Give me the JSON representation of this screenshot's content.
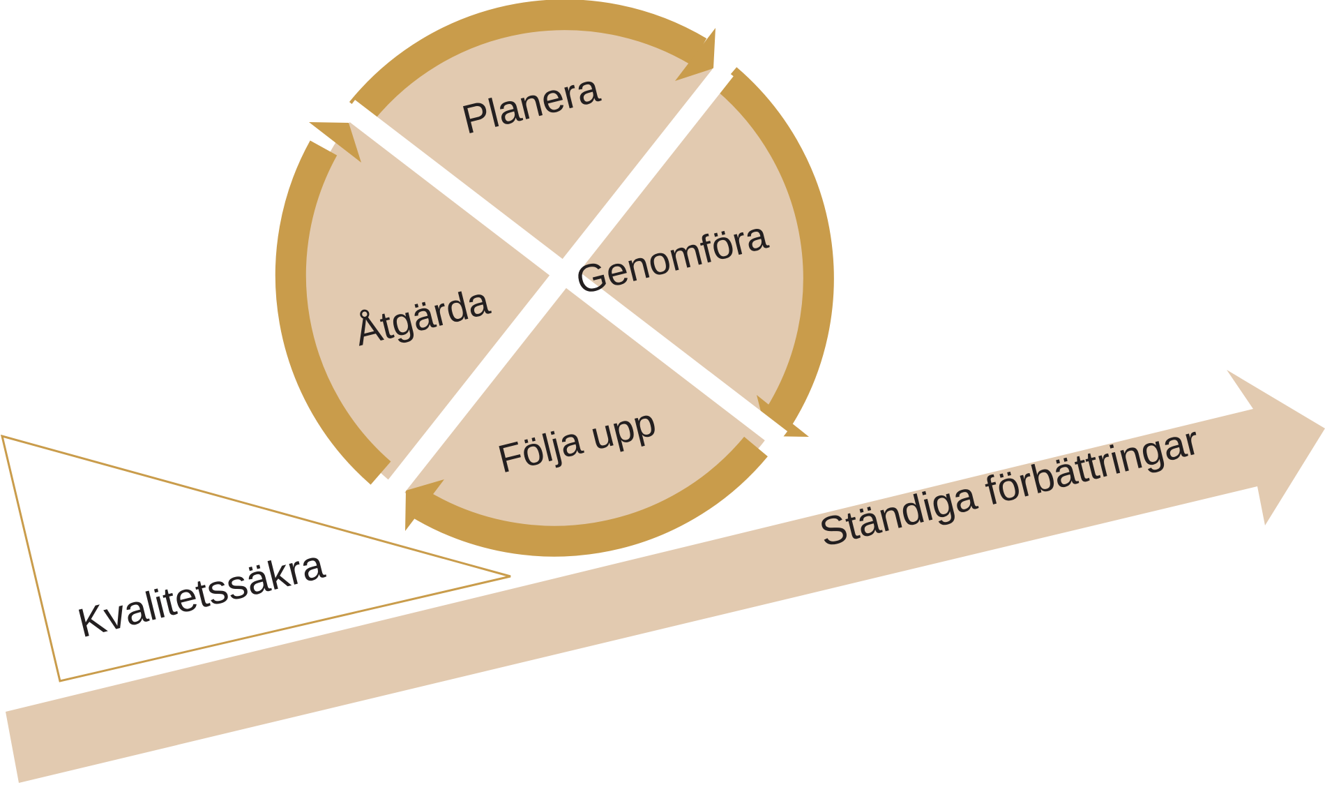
{
  "colors": {
    "sector_fill": "#e2cab0",
    "ring": "#c99c4b",
    "arrow_fill": "#e2cab0",
    "triangle_stroke": "#c99c4b",
    "text": "#231f20",
    "background": "#ffffff"
  },
  "cycle": {
    "top": "Planera",
    "right": "Genomföra",
    "bottom": "Följa upp",
    "left": "Åtgärda"
  },
  "base": {
    "wedge_label": "Kvalitetssäkra",
    "arrow_label": "Ständiga förbättringar"
  }
}
